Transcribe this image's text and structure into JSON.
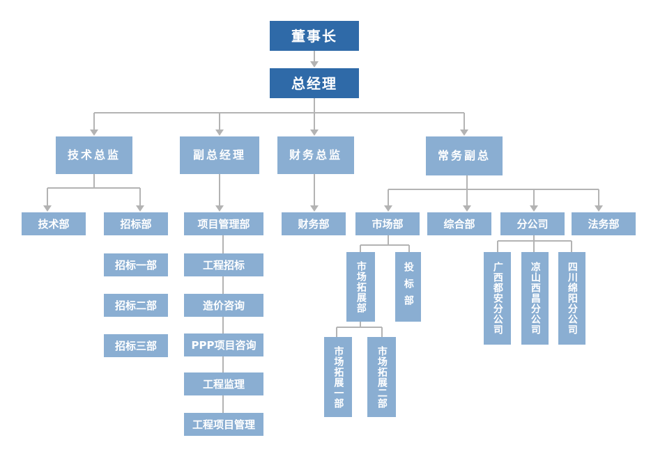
{
  "colors": {
    "dark": "#2f6aa8",
    "light": "#8aaed2",
    "line": "#b3b3b3"
  },
  "nodes": {
    "chairman": "董事长",
    "gm": "总经理",
    "cto": "技术总监",
    "deputy_gm": "副总经理",
    "cfo": "财务总监",
    "executive_deputy": "常务副总",
    "tech_dept": "技术部",
    "bidding_dept": "招标部",
    "bidding_1": "招标一部",
    "bidding_2": "招标二部",
    "bidding_3": "招标三部",
    "pm_dept": "项目管理部",
    "eng_bidding": "工程招标",
    "cost_consulting": "造价咨询",
    "ppp_consulting": "PPP项目咨询",
    "eng_supervision": "工程监理",
    "eng_pm": "工程项目管理",
    "finance_dept": "财务部",
    "market_dept": "市场部",
    "market_expansion": "市场拓展部",
    "tender_dept": "投标部",
    "market_expansion_1": "市场拓展一部",
    "market_expansion_2": "市场拓展二部",
    "general_dept": "综合部",
    "branch": "分公司",
    "legal_dept": "法务部",
    "branch_guangxi": "广西都安分公司",
    "branch_liangshan": "凉山西昌分公司",
    "branch_sichuan": "四川绵阳分公司"
  }
}
